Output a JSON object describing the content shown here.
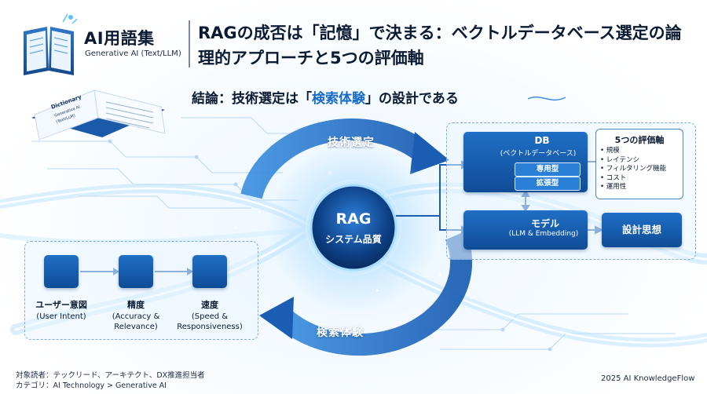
{
  "header": {
    "brand_title": "AI用語集",
    "brand_subtitle": "Generative AI (Text/LLM)",
    "main_title": "RAGの成否は「記憶」で決まる：ベクトルデータベース選定の論理的アプローチと5つの評価軸",
    "conclusion_prefix": "結論：技術選定は「",
    "conclusion_highlight": "検索体験",
    "conclusion_suffix": "」の設計である"
  },
  "book": {
    "cover_text": "Dictionary Generative AI (Text/LLM)"
  },
  "loop": {
    "top_label": "技術選定",
    "bottom_label": "検索体験",
    "center_title": "RAG",
    "center_subtitle": "システム品質"
  },
  "db": {
    "title": "DB",
    "subtitle": "(ベクトルデータベース)",
    "tags": [
      "専用型",
      "拡張型"
    ]
  },
  "model": {
    "title": "モデル",
    "subtitle": "(LLM & Embedding)"
  },
  "design": {
    "label": "設計思想"
  },
  "evaluation": {
    "title": "5つの評価軸",
    "items": [
      "規模",
      "レイテンシ",
      "フィルタリング機能",
      "コスト",
      "運用性"
    ]
  },
  "steps": [
    {
      "label": "ユーザー意図",
      "desc": "(User Intent)",
      "icon": "user-question-icon"
    },
    {
      "label": "精度",
      "desc": "(Accuracy & Relevance)",
      "icon": "target-icon"
    },
    {
      "label": "速度",
      "desc": "(Speed & Responsiveness)",
      "icon": "stopwatch-icon"
    }
  ],
  "footer": {
    "audience": "対象読者：テックリード、アーキテクト、DX推進担当者",
    "category": "カテゴリ：AI Technology > Generative AI",
    "brand": "2025 AI KnowledgeFlow"
  },
  "colors": {
    "primary": "#0f4c96",
    "accent": "#1569c7",
    "glow": "#9fd6ff",
    "text": "#0b1b33"
  }
}
